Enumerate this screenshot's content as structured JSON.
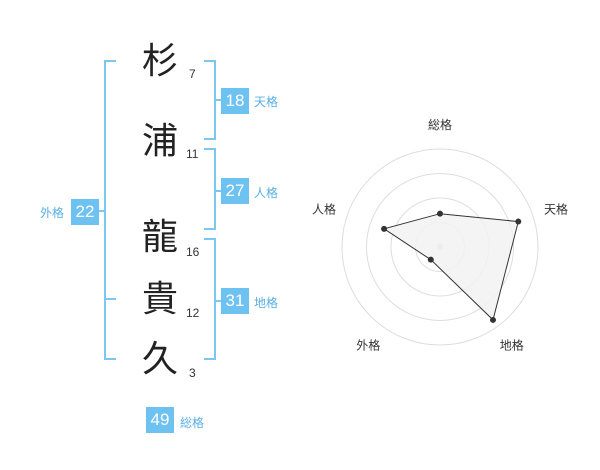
{
  "name_chars": [
    {
      "char": "杉",
      "strokes": "7"
    },
    {
      "char": "浦",
      "strokes": "11"
    },
    {
      "char": "龍",
      "strokes": "16"
    },
    {
      "char": "貴",
      "strokes": "12"
    },
    {
      "char": "久",
      "strokes": "3"
    }
  ],
  "kaku": {
    "tenkaku": {
      "value": "18",
      "label": "天格"
    },
    "jinkaku": {
      "value": "27",
      "label": "人格"
    },
    "chikaku": {
      "value": "31",
      "label": "地格"
    },
    "gaikaku": {
      "value": "22",
      "label": "外格"
    },
    "soukaku": {
      "value": "49",
      "label": "総格"
    }
  },
  "colors": {
    "accent": "#6ec2f2",
    "bracket": "#7ac7f2",
    "label": "#5aaee3"
  },
  "chart_data": {
    "type": "radar",
    "axes": [
      "総格",
      "天格",
      "地格",
      "外格",
      "人格"
    ],
    "values": [
      0.34,
      0.84,
      0.92,
      0.16,
      0.6
    ],
    "scale_max": 1,
    "rings": 4,
    "fill": "#f2f2f2",
    "line_color": "#333333"
  }
}
